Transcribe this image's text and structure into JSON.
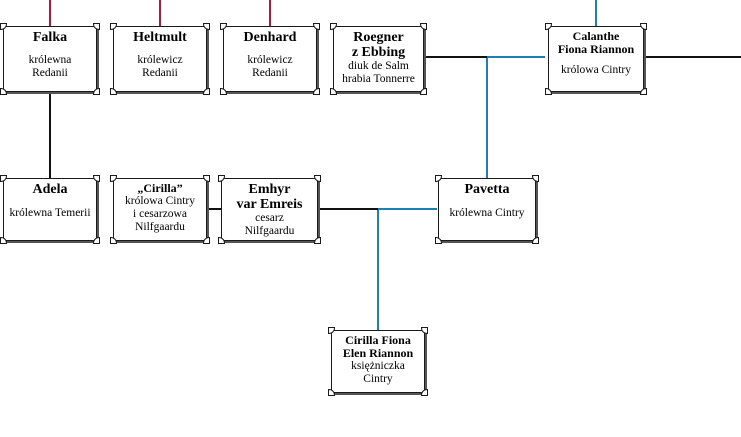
{
  "people": {
    "falka": {
      "name": "Falka",
      "title": "królewna\nRedanii"
    },
    "heltmult": {
      "name": "Heltmult",
      "title": "królewicz\nRedanii"
    },
    "denhard": {
      "name": "Denhard",
      "title": "królewicz\nRedanii"
    },
    "roegner": {
      "name": "Roegner\nz Ebbing",
      "title": "diuk de Salm\nhrabia Tonnerre"
    },
    "calanthe": {
      "name": "Calanthe",
      "subname": "Fiona Riannon",
      "title": "królowa Cintry"
    },
    "adela": {
      "name": "Adela",
      "title": "królewna Temerii"
    },
    "cirilla": {
      "name": "„Cirilla”",
      "title": "królowa Cintry\ni cesarzowa\nNilfgaardu"
    },
    "emhyr": {
      "name": "Emhyr\nvar Emreis",
      "title": "cesarz\nNilfgaardu"
    },
    "pavetta": {
      "name": "Pavetta",
      "title": "królewna Cintry"
    },
    "ciri": {
      "name": "Cirilla Fiona\nElen Riannon",
      "title": "księżniczka\nCintry"
    }
  },
  "colors": {
    "descent_line": "#b0173a",
    "blood_line": "#1f7fb2",
    "marriage_line": "#111111"
  }
}
